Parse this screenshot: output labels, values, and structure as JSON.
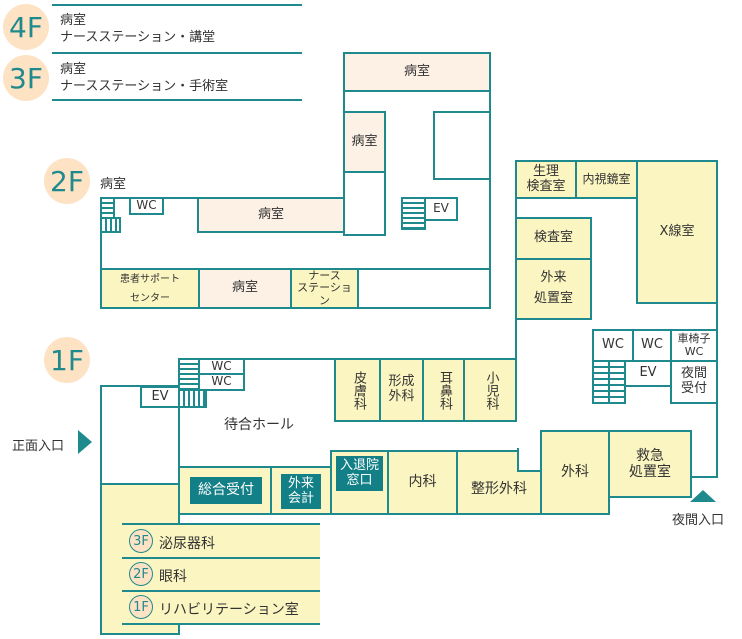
{
  "upper_floors": [
    {
      "floor": "4F",
      "lines": [
        "病室",
        "ナースステーション・講堂"
      ]
    },
    {
      "floor": "3F",
      "lines": [
        "病室",
        "ナースステーション・手術室"
      ]
    }
  ],
  "floor2": {
    "floor": "2F",
    "caption": "病室",
    "rooms": {
      "top_ward": "病室",
      "mid_ward": "病室",
      "corridor_ward": "病室",
      "bottom_ward": "病室",
      "wc": "WC",
      "ev": "EV",
      "patient_support_line1": "患者サポート",
      "patient_support_line2": "センター",
      "nurse_station_line1": "ナース",
      "nurse_station_line2": "ステーション"
    }
  },
  "floor1": {
    "floor": "1F",
    "rooms": {
      "physiology_lab_line1": "生理",
      "physiology_lab_line2": "検査室",
      "endoscopy": "内視鏡室",
      "xray": "X線室",
      "lab": "検査室",
      "outpatient_treatment_line1": "外来",
      "outpatient_treatment_line2": "処置室",
      "wc1": "WC",
      "wc2": "WC",
      "wheelchair_wc_line1": "車椅子",
      "wheelchair_wc_line2": "WC",
      "ev_right": "EV",
      "night_reception_line1": "夜間",
      "night_reception_line2": "受付",
      "dermatology": "皮膚科",
      "plastic_surgery_line1": "形成",
      "plastic_surgery_line2": "外科",
      "ent": "耳鼻科",
      "pediatrics": "小児科",
      "wc_left1": "WC",
      "wc_left2": "WC",
      "ev_left": "EV",
      "waiting_hall": "待合ホール",
      "general_reception": "総合受付",
      "outpatient_billing_line1": "外来",
      "outpatient_billing_line2": "会計",
      "admission_line1": "入退院",
      "admission_line2": "窓口",
      "internal_medicine": "内科",
      "orthopedics": "整形外科",
      "surgery": "外科",
      "emergency_line1": "救急",
      "emergency_line2": "処置室"
    },
    "entrances": {
      "main": "正面入口",
      "night": "夜間入口"
    },
    "annex": [
      {
        "floor": "3F",
        "label": "泌尿器科"
      },
      {
        "floor": "2F",
        "label": "眼科"
      },
      {
        "floor": "1F",
        "label": "リハビリテーション室"
      }
    ]
  }
}
